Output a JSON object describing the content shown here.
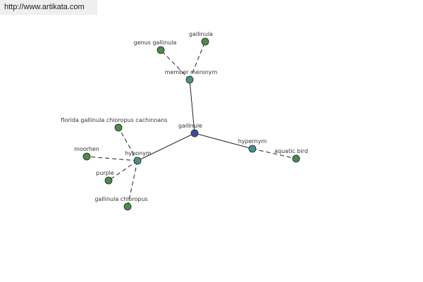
{
  "source_url": "http://www.artikata.com",
  "colors": {
    "center": "#3f4f8c",
    "relation": "#4a8f8c",
    "term": "#4c8a4c"
  },
  "nodes": {
    "gallinule": "gallinule",
    "member_meronym": "member meronym",
    "genus_gallinula": "genus gallinula",
    "gallinula": "gallinula",
    "hypernym": "hypernym",
    "aquatic_bird": "aquatic bird",
    "hyponym": "hyponym",
    "florida_gallinula": "florida gallinula chloropus cachinnans",
    "moorhen": "moorhen",
    "purple": "purple",
    "gallinula_chloropus": "gallinula chloropus"
  }
}
